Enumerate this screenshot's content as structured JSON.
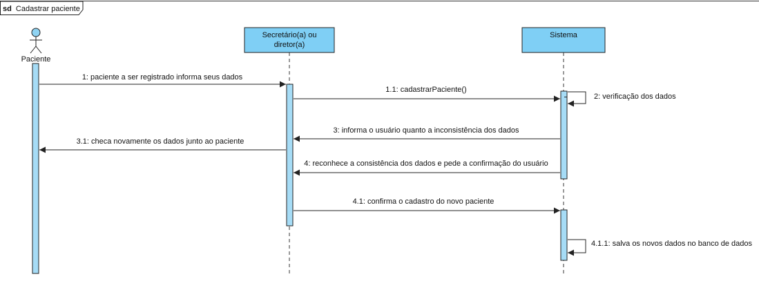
{
  "frame": {
    "keyword": "sd",
    "name": "Cadastrar paciente"
  },
  "participants": [
    {
      "id": "paciente",
      "kind": "actor",
      "label": "Paciente"
    },
    {
      "id": "secretario",
      "kind": "lifeline",
      "label_lines": [
        "Secretário(a) ou",
        "diretor(a)"
      ]
    },
    {
      "id": "sistema",
      "kind": "lifeline",
      "label": "Sistema"
    }
  ],
  "messages": [
    {
      "id": "m1",
      "label": "1: paciente a ser registrado informa seus dados",
      "from": "paciente",
      "to": "secretario"
    },
    {
      "id": "m11",
      "label": "1.1: cadastrarPaciente()",
      "from": "secretario",
      "to": "sistema"
    },
    {
      "id": "m2",
      "label": "2: verificação dos dados",
      "from": "sistema",
      "to": "sistema"
    },
    {
      "id": "m3",
      "label": "3: informa o usuário quanto a inconsistência dos dados",
      "from": "sistema",
      "to": "secretario"
    },
    {
      "id": "m31",
      "label": "3.1: checa novamente os dados junto ao paciente",
      "from": "secretario",
      "to": "paciente"
    },
    {
      "id": "m4",
      "label": "4: reconhece a consistência dos dados e pede a confirmação do usuário",
      "from": "sistema",
      "to": "secretario"
    },
    {
      "id": "m41",
      "label": "4.1: confirma o cadastro do novo paciente",
      "from": "secretario",
      "to": "sistema"
    },
    {
      "id": "m411",
      "label": "4.1.1: salva os novos dados no banco de dados",
      "from": "sistema",
      "to": "sistema"
    }
  ],
  "colors": {
    "head_fill": "#7fcff5",
    "activation_fill": "#a6dcf6",
    "line": "#222222",
    "actor_fill": "#8fd3f2"
  }
}
